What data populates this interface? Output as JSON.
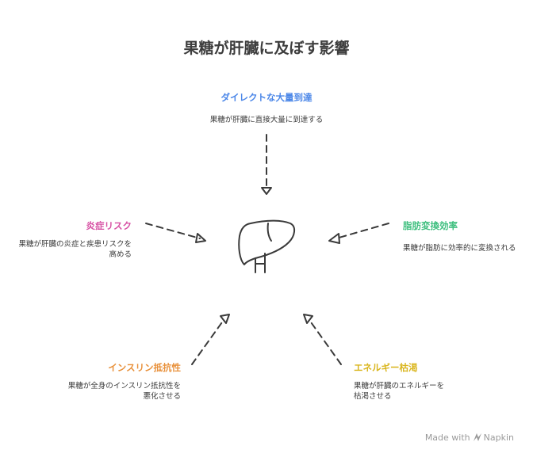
{
  "title": "果糖が肝臓に及ぼす影響",
  "nodes": {
    "top": {
      "title": "ダイレクトな大量到達",
      "desc": [
        "果糖が肝臓に直接大量に到達する"
      ],
      "color": "#4a86e8"
    },
    "left": {
      "title": "炎症リスク",
      "desc": [
        "果糖が肝臓の炎症と疾患リスクを",
        "高める"
      ],
      "color": "#d64fa3"
    },
    "right": {
      "title": "脂肪変換効率",
      "desc": [
        "果糖が脂肪に効率的に変換される"
      ],
      "color": "#3fbf7f"
    },
    "bottom_left": {
      "title": "インスリン抵抗性",
      "desc": [
        "果糖が全身のインスリン抵抗性を",
        "悪化させる"
      ],
      "color": "#e8903a"
    },
    "bottom_right": {
      "title": "エネルギー枯渇",
      "desc": [
        "果糖が肝臓のエネルギーを",
        "枯渇させる"
      ],
      "color": "#d9b51c"
    }
  },
  "center_icon": "liver-icon",
  "footer": {
    "prefix": "Made with",
    "brand": "Napkin"
  }
}
